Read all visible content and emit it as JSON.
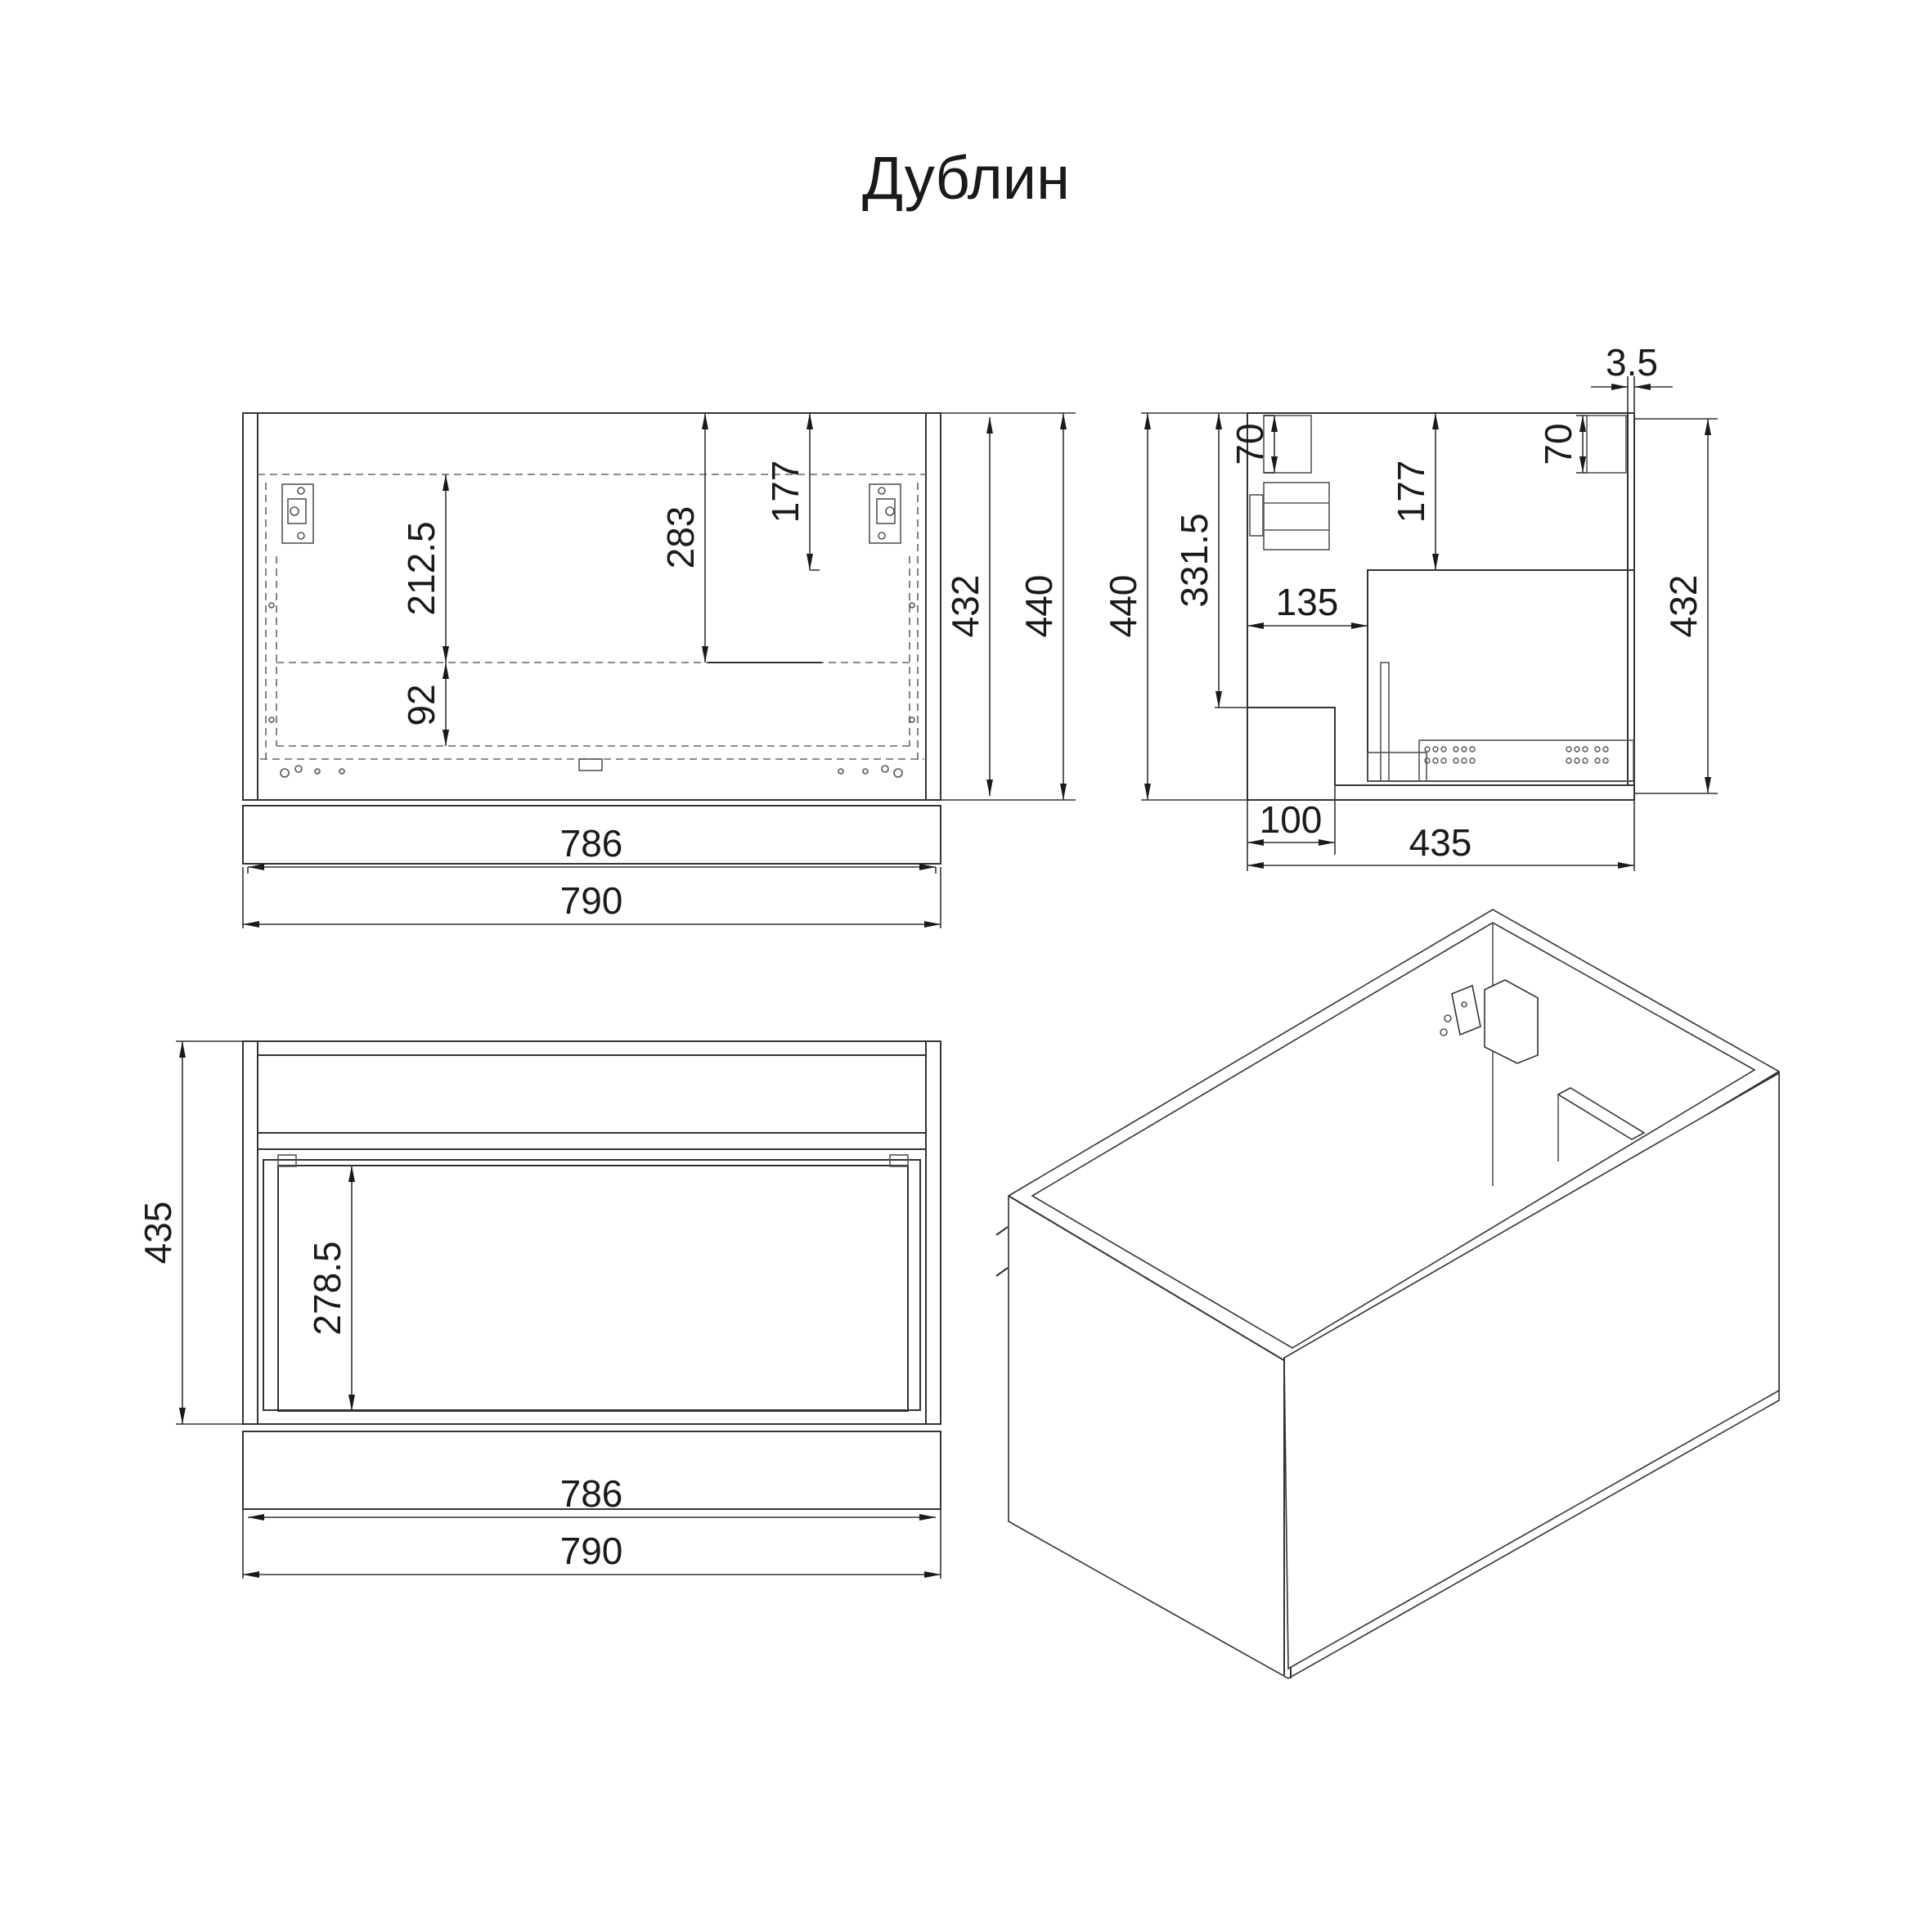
{
  "title": "Дублин",
  "front_view": {
    "dims": {
      "height_432": "432",
      "height_440": "440",
      "gap_212_5": "212.5",
      "gap_92": "92",
      "gap_283": "283",
      "gap_177": "177",
      "width_786": "786",
      "width_790": "790"
    }
  },
  "side_view": {
    "dims": {
      "offset_3_5": "3.5",
      "rail_70_left": "70",
      "rail_70_right": "70",
      "gap_177": "177",
      "depth_135": "135",
      "height_331_5": "331.5",
      "height_440": "440",
      "height_432": "432",
      "depth_100": "100",
      "depth_435": "435"
    }
  },
  "top_view": {
    "dims": {
      "depth_435": "435",
      "drawer_278_5": "278.5",
      "width_786": "786",
      "width_790": "790"
    }
  }
}
